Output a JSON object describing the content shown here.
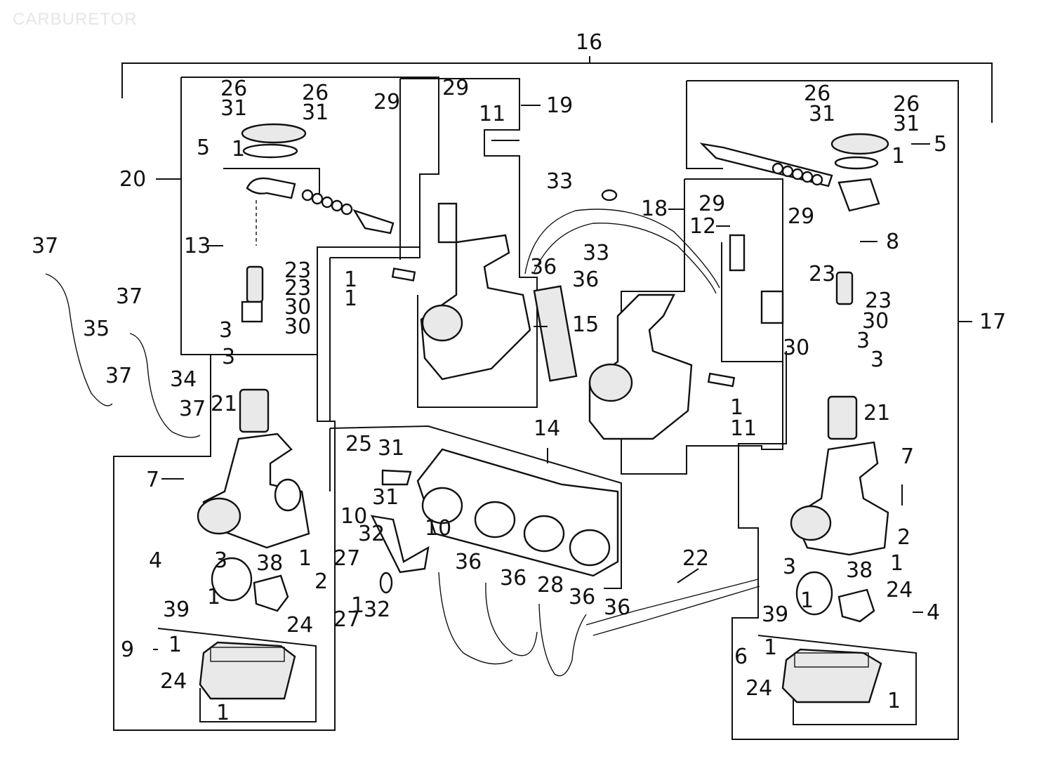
{
  "title": "CARBURETOR",
  "labels": {
    "n16": "16",
    "n17": "17",
    "n20": "20",
    "n19": "19",
    "n18": "18",
    "n13": "13",
    "n12": "12",
    "n8": "8",
    "n14": "14",
    "n15": "15",
    "n33a": "33",
    "n33b": "33",
    "n22": "22",
    "n37a": "37",
    "n37b": "37",
    "n37c": "37",
    "n37d": "37",
    "n35": "35",
    "n34": "34",
    "l26a": "26",
    "l31a": "31",
    "l26b": "26",
    "l31b": "31",
    "l5": "5",
    "l1a": "1",
    "l23a": "23",
    "l23b": "23",
    "l30a": "30",
    "l30b": "30",
    "l3a": "3",
    "l3b": "3",
    "l21": "21",
    "l7": "7",
    "l4": "4",
    "l3c": "3",
    "l38": "38",
    "l1b": "1",
    "l2": "2",
    "l39": "39",
    "l1c": "1",
    "l24a": "24",
    "l9": "9",
    "l1d": "1",
    "l24b": "24",
    "l1e": "1",
    "m29a": "29",
    "m29b": "29",
    "m11": "11",
    "m1a": "1",
    "m1b": "1",
    "m36a": "36",
    "m36b": "36",
    "c25": "25",
    "c31a": "31",
    "c31b": "31",
    "c10a": "10",
    "c32a": "32",
    "c10b": "10",
    "c27a": "27",
    "c36": "36",
    "c36b": "36",
    "c28": "28",
    "c36c": "36",
    "c36d": "36",
    "c27b": "27",
    "c1": "1",
    "c32b": "32",
    "k29a": "29",
    "k29b": "29",
    "k23": "23",
    "k11": "11",
    "k1": "1",
    "r26a": "26",
    "r31a": "31",
    "r26b": "26",
    "r31b": "31",
    "r5": "5",
    "r1a": "1",
    "r23": "23",
    "r30a": "30",
    "r30b": "30",
    "r3a": "3",
    "r3b": "3",
    "r21": "21",
    "r7": "7",
    "r2": "2",
    "r3c": "3",
    "r38": "38",
    "r1b": "1",
    "r24a": "24",
    "r1c": "1",
    "r39": "39",
    "r4": "4",
    "r6": "6",
    "r1d": "1",
    "r24b": "24",
    "r1e": "1"
  }
}
